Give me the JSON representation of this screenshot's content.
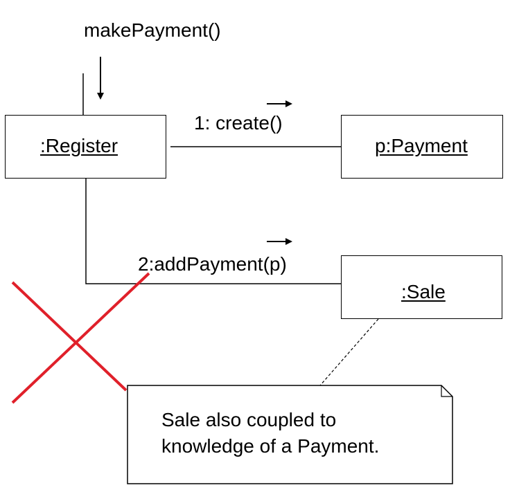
{
  "diagram": {
    "entry_message": "makePayment()",
    "objects": {
      "register": ":Register",
      "payment": "p:Payment",
      "sale": ":Sale"
    },
    "messages": {
      "create": "1: create()",
      "add_payment": "2:addPayment(p)"
    },
    "note": {
      "line1": "Sale also coupled to",
      "line2": "knowledge of a Payment."
    },
    "colors": {
      "cross": "#e0202a",
      "line": "#000000"
    }
  }
}
